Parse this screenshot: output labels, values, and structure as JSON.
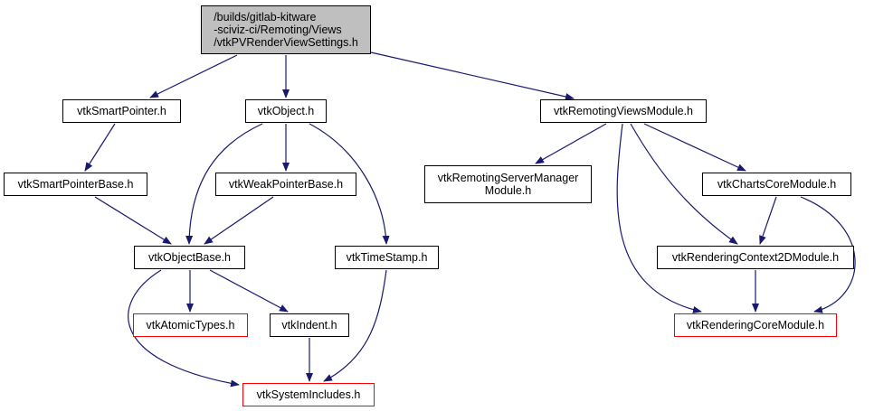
{
  "diagram": {
    "edge_color": "#191970",
    "nodes": [
      {
        "id": "root",
        "lines": [
          "/builds/gitlab-kitware",
          "-sciviz-ci/Remoting/Views",
          "/vtkPVRenderViewSettings.h"
        ],
        "style": "root",
        "interactable": false
      },
      {
        "id": "smartpointer",
        "lines": [
          "vtkSmartPointer.h"
        ],
        "style": "normal",
        "interactable": true
      },
      {
        "id": "object",
        "lines": [
          "vtkObject.h"
        ],
        "style": "normal",
        "interactable": true
      },
      {
        "id": "remotingviewsmodule",
        "lines": [
          "vtkRemotingViewsModule.h"
        ],
        "style": "normal",
        "interactable": true
      },
      {
        "id": "smartpointerbase",
        "lines": [
          "vtkSmartPointerBase.h"
        ],
        "style": "normal",
        "interactable": true
      },
      {
        "id": "weakpointerbase",
        "lines": [
          "vtkWeakPointerBase.h"
        ],
        "style": "normal",
        "interactable": true
      },
      {
        "id": "remotingservermanager",
        "lines": [
          "vtkRemotingServerManager",
          "Module.h"
        ],
        "style": "normal",
        "interactable": true
      },
      {
        "id": "chartscoremodule",
        "lines": [
          "vtkChartsCoreModule.h"
        ],
        "style": "normal",
        "interactable": true
      },
      {
        "id": "objectbase",
        "lines": [
          "vtkObjectBase.h"
        ],
        "style": "normal",
        "interactable": true
      },
      {
        "id": "timestamp",
        "lines": [
          "vtkTimeStamp.h"
        ],
        "style": "normal",
        "interactable": true
      },
      {
        "id": "renderingcontext2d",
        "lines": [
          "vtkRenderingContext2DModule.h"
        ],
        "style": "normal",
        "interactable": true
      },
      {
        "id": "atomictypes",
        "lines": [
          "vtkAtomicTypes.h"
        ],
        "style": "red",
        "interactable": true
      },
      {
        "id": "indent",
        "lines": [
          "vtkIndent.h"
        ],
        "style": "normal",
        "interactable": true
      },
      {
        "id": "renderingcore",
        "lines": [
          "vtkRenderingCoreModule.h"
        ],
        "style": "red",
        "interactable": true
      },
      {
        "id": "systemincludes",
        "lines": [
          "vtkSystemIncludes.h"
        ],
        "style": "red",
        "interactable": true
      }
    ],
    "edges": [
      {
        "from": "root",
        "to": "smartpointer"
      },
      {
        "from": "root",
        "to": "object"
      },
      {
        "from": "root",
        "to": "remotingviewsmodule"
      },
      {
        "from": "smartpointer",
        "to": "smartpointerbase"
      },
      {
        "from": "smartpointerbase",
        "to": "objectbase"
      },
      {
        "from": "object",
        "to": "objectbase"
      },
      {
        "from": "object",
        "to": "weakpointerbase"
      },
      {
        "from": "object",
        "to": "timestamp"
      },
      {
        "from": "weakpointerbase",
        "to": "objectbase"
      },
      {
        "from": "objectbase",
        "to": "atomictypes"
      },
      {
        "from": "objectbase",
        "to": "indent"
      },
      {
        "from": "objectbase",
        "to": "systemincludes"
      },
      {
        "from": "indent",
        "to": "systemincludes"
      },
      {
        "from": "timestamp",
        "to": "systemincludes"
      },
      {
        "from": "remotingviewsmodule",
        "to": "remotingservermanager"
      },
      {
        "from": "remotingviewsmodule",
        "to": "chartscoremodule"
      },
      {
        "from": "remotingviewsmodule",
        "to": "renderingcontext2d"
      },
      {
        "from": "remotingviewsmodule",
        "to": "renderingcore"
      },
      {
        "from": "chartscoremodule",
        "to": "renderingcontext2d"
      },
      {
        "from": "chartscoremodule",
        "to": "renderingcore"
      },
      {
        "from": "renderingcontext2d",
        "to": "renderingcore"
      }
    ]
  }
}
